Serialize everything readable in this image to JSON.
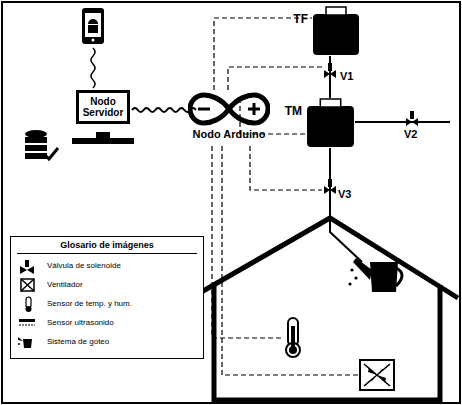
{
  "diagram": {
    "nodes": [
      {
        "text": [
          "Nodo Servidor"
        ]
      },
      {
        "text": [
          "Nodo Arduino"
        ]
      },
      {
        "text": [
          "TF"
        ]
      },
      {
        "text": [
          "TM"
        ]
      }
    ],
    "edges": [
      {
        "from": 0,
        "to": 1,
        "arrow": "none"
      },
      {
        "from": 1,
        "to": 2,
        "arrow": "none"
      },
      {
        "from": 1,
        "to": 3,
        "arrow": "none"
      },
      {
        "from": 2,
        "to": 3,
        "arrow": "none"
      }
    ],
    "labels": [
      "Glosario de imágenes",
      "V1",
      "V2",
      "V3"
    ],
    "legend": [
      {
        "text": "Válvula de solenoide"
      },
      {
        "text": "Ventilador"
      },
      {
        "text": "Sensor de temp. y hum."
      },
      {
        "text": "Sensor ultrasonido"
      },
      {
        "text": "Sistema de goteo"
      }
    ]
  }
}
